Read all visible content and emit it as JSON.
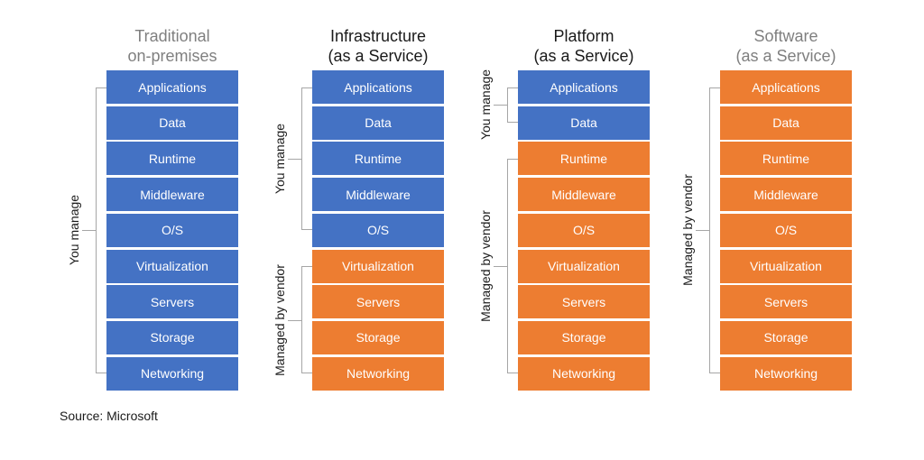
{
  "columns": [
    {
      "title": [
        "Traditional",
        "on-premises"
      ],
      "title_style": "gray",
      "layers": [
        "Applications",
        "Data",
        "Runtime",
        "Middleware",
        "O/S",
        "Virtualization",
        "Servers",
        "Storage",
        "Networking"
      ],
      "owner": [
        "you",
        "you",
        "you",
        "you",
        "you",
        "you",
        "you",
        "you",
        "you"
      ],
      "groups": [
        {
          "label": "You manage",
          "from": 0,
          "to": 8
        }
      ]
    },
    {
      "title": [
        "Infrastructure",
        "(as a Service)"
      ],
      "title_style": "black",
      "layers": [
        "Applications",
        "Data",
        "Runtime",
        "Middleware",
        "O/S",
        "Virtualization",
        "Servers",
        "Storage",
        "Networking"
      ],
      "owner": [
        "you",
        "you",
        "you",
        "you",
        "you",
        "vendor",
        "vendor",
        "vendor",
        "vendor"
      ],
      "groups": [
        {
          "label": "You manage",
          "from": 0,
          "to": 4
        },
        {
          "label": "Managed by vendor",
          "from": 5,
          "to": 8
        }
      ]
    },
    {
      "title": [
        "Platform",
        "(as a Service)"
      ],
      "title_style": "black",
      "layers": [
        "Applications",
        "Data",
        "Runtime",
        "Middleware",
        "O/S",
        "Virtualization",
        "Servers",
        "Storage",
        "Networking"
      ],
      "owner": [
        "you",
        "you",
        "vendor",
        "vendor",
        "vendor",
        "vendor",
        "vendor",
        "vendor",
        "vendor"
      ],
      "groups": [
        {
          "label": "You manage",
          "from": 0,
          "to": 1
        },
        {
          "label": "Managed by vendor",
          "from": 2,
          "to": 8
        }
      ]
    },
    {
      "title": [
        "Software",
        "(as a Service)"
      ],
      "title_style": "gray",
      "layers": [
        "Applications",
        "Data",
        "Runtime",
        "Middleware",
        "O/S",
        "Virtualization",
        "Servers",
        "Storage",
        "Networking"
      ],
      "owner": [
        "vendor",
        "vendor",
        "vendor",
        "vendor",
        "vendor",
        "vendor",
        "vendor",
        "vendor",
        "vendor"
      ],
      "groups": [
        {
          "label": "Managed by vendor",
          "from": 0,
          "to": 8
        }
      ]
    }
  ],
  "colors": {
    "you": "#4472c4",
    "vendor": "#ed7d31",
    "bracket": "#a6a6a6"
  },
  "source": "Source: Microsoft"
}
